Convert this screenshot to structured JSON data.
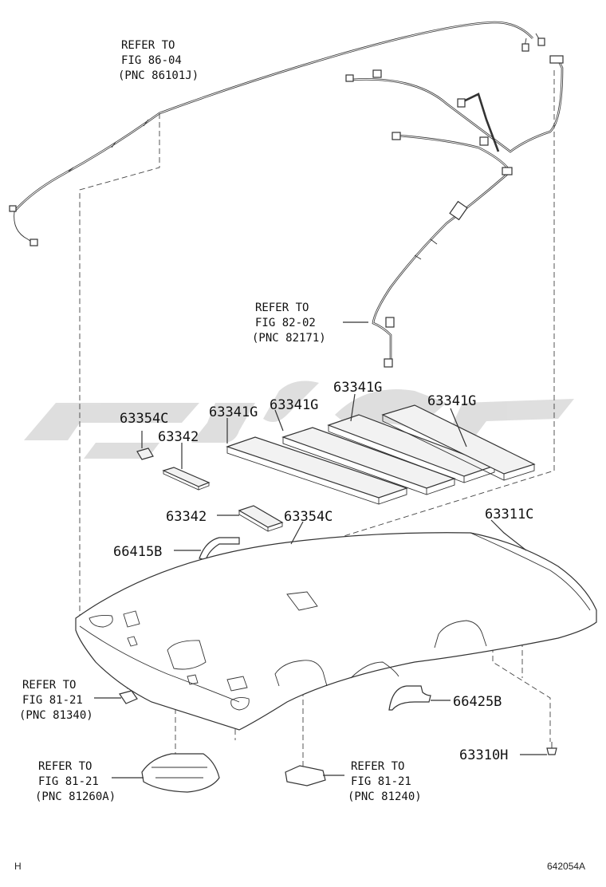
{
  "callouts": {
    "ref_86_04": [
      "REFER TO",
      "FIG 86-04",
      "(PNC 86101J)"
    ],
    "ref_82_02": [
      "REFER TO",
      "FIG 82-02",
      "(PNC 82171)"
    ],
    "ref_81_21_a": [
      "REFER TO",
      "FIG 81-21",
      "(PNC 81340)"
    ],
    "ref_81_21_b": [
      "REFER TO",
      "FIG 81-21",
      "(PNC 81260A)"
    ],
    "ref_81_21_c": [
      "REFER TO",
      "FIG 81-21",
      "(PNC 81240)"
    ]
  },
  "part_numbers": {
    "p63341g_1": "63341G",
    "p63341g_2": "63341G",
    "p63341g_3": "63341G",
    "p63341g_4": "63341G",
    "p63354c_1": "63354C",
    "p63354c_2": "63354C",
    "p63342_1": "63342",
    "p63342_2": "63342",
    "p66415b": "66415B",
    "p63311c": "63311C",
    "p66425b": "66425B",
    "p63310h": "63310H"
  },
  "corner": {
    "left": "H",
    "right": "642054A"
  }
}
